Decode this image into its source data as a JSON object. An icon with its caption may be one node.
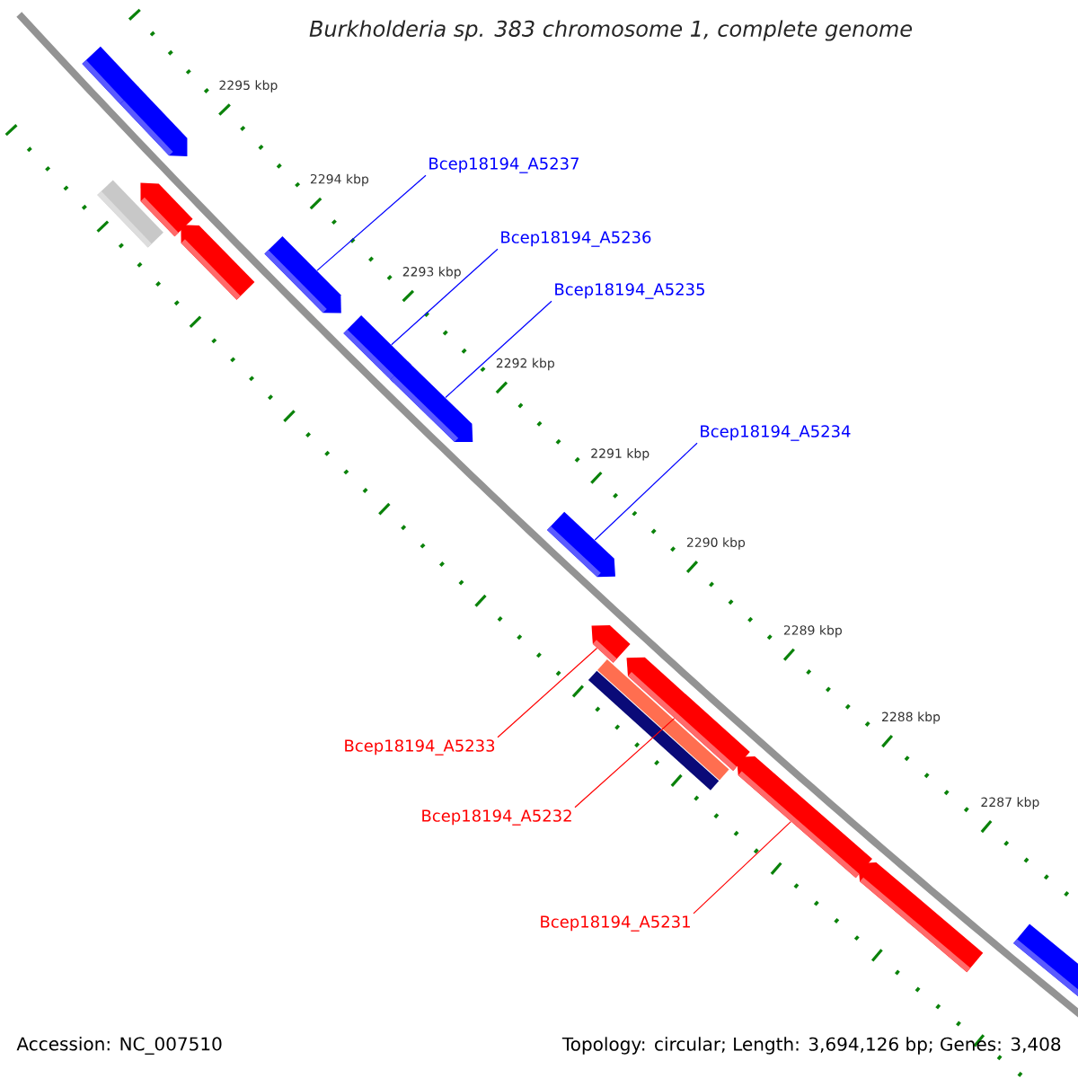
{
  "diagram": {
    "title": "Burkholderia sp. 383 chromosome 1, complete genome",
    "nodes": [
      {
        "text": [
          "Bcep18194_A5237"
        ]
      },
      {
        "text": [
          "Bcep18194_A5236"
        ]
      },
      {
        "text": [
          "Bcep18194_A5235"
        ]
      },
      {
        "text": [
          "Bcep18194_A5234"
        ]
      },
      {
        "text": [
          "Bcep18194_A5233"
        ]
      },
      {
        "text": [
          "Bcep18194_A5232"
        ]
      },
      {
        "text": [
          "Bcep18194_A5231"
        ]
      },
      {
        "text": [],
        "shape": "arrow"
      },
      {
        "text": [],
        "shape": "bar"
      },
      {
        "text": [],
        "shape": "arrow"
      },
      {
        "text": [],
        "shape": "arrow"
      },
      {
        "text": [],
        "shape": "arrow"
      },
      {
        "text": [],
        "shape": "arrow"
      },
      {
        "text": [],
        "shape": "arrow"
      },
      {
        "text": [],
        "shape": "arrow"
      },
      {
        "text": [],
        "shape": "arrow"
      },
      {
        "text": [],
        "shape": "arrow"
      },
      {
        "text": [],
        "shape": "bar"
      },
      {
        "text": [],
        "shape": "bar"
      },
      {
        "text": [],
        "shape": "arrow"
      },
      {
        "text": [],
        "shape": "arrow"
      },
      {
        "text": [],
        "shape": "arrow"
      },
      {
        "text": [],
        "shape": "arrow"
      }
    ],
    "edges": [
      {
        "from": 0,
        "to": 12,
        "arrow": "none"
      },
      {
        "from": 1,
        "to": 13,
        "arrow": "none"
      },
      {
        "from": 2,
        "to": 14,
        "arrow": "none"
      },
      {
        "from": 3,
        "to": 15,
        "arrow": "none"
      },
      {
        "from": 4,
        "to": 16,
        "arrow": "none",
        "color": "#ff0000"
      },
      {
        "from": 5,
        "to": 19,
        "arrow": "none",
        "color": "#ff0000"
      },
      {
        "from": 6,
        "to": 20,
        "arrow": "none",
        "color": "#ff0000"
      }
    ],
    "labels": [
      "2295 kbp",
      "2294 kbp",
      "2293 kbp",
      "2292 kbp",
      "2291 kbp",
      "2290 kbp",
      "2289 kbp",
      "2288 kbp",
      "2287 kbp",
      "Accession: NC_007510",
      "Topology: circular; Length: 3,694,126 bp; Genes: 3,408"
    ]
  }
}
